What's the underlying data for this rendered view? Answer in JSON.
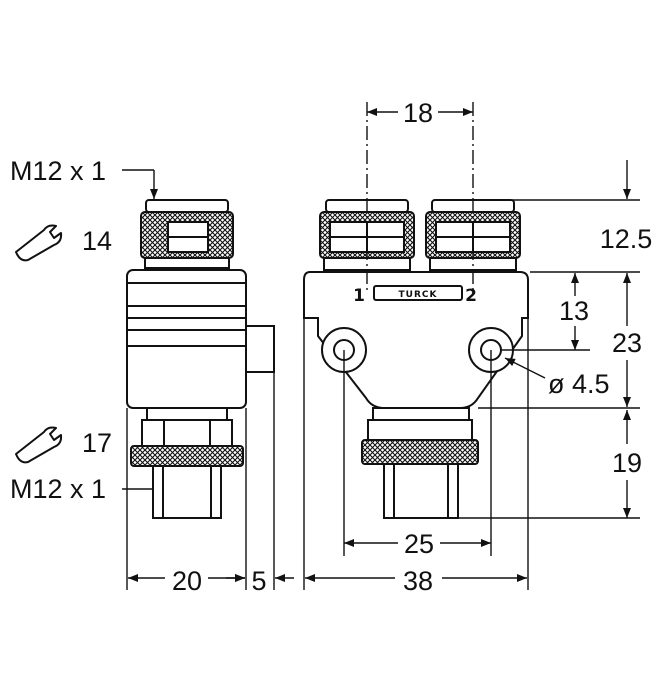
{
  "left_view": {
    "thread_top": "M12 x 1",
    "wrench_top": "14",
    "thread_bottom": "M12 x 1",
    "wrench_bottom": "17",
    "dim_width": "20",
    "dim_offset": "5"
  },
  "front_view": {
    "pin_1": "1",
    "pin_2": "2",
    "brand": "TURCK",
    "dim_pitch": "18",
    "dim_head": "12.5",
    "dim_hole_offset": "13",
    "dim_body": "23",
    "dim_hole_dia": "ø 4.5",
    "dim_bottom": "19",
    "dim_hole_spacing": "25",
    "dim_width": "38"
  },
  "icons": [
    "wrench-icon",
    "wrench-icon"
  ]
}
